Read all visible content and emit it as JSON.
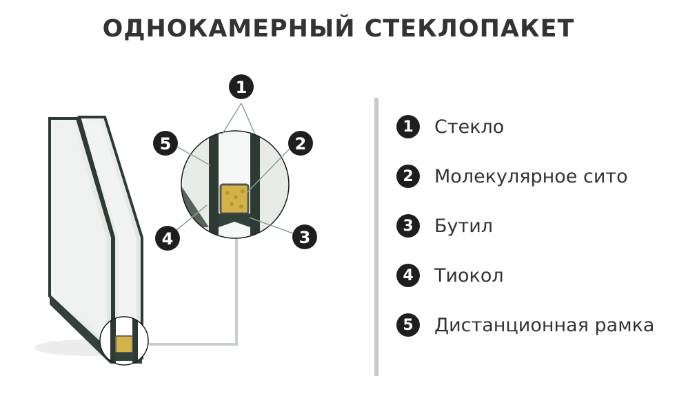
{
  "title": "ОДНОКАМЕРНЫЙ СТЕКЛОПАКЕТ",
  "callouts": [
    "1",
    "2",
    "3",
    "4",
    "5"
  ],
  "legend": [
    {
      "number": "1",
      "label": "Стекло"
    },
    {
      "number": "2",
      "label": "Молекулярное сито"
    },
    {
      "number": "3",
      "label": "Бутил"
    },
    {
      "number": "4",
      "label": "Тиокол"
    },
    {
      "number": "5",
      "label": "Дистанционная рамка"
    }
  ],
  "colors": {
    "glass_edge": "#2c3a33",
    "glass_face": "#e8ece9",
    "frame": "#34403a",
    "desiccant": "#d4b24a",
    "badge": "#1e1e1e",
    "divider": "#c9c9c9"
  },
  "icons": [
    "circle-number-icon"
  ]
}
